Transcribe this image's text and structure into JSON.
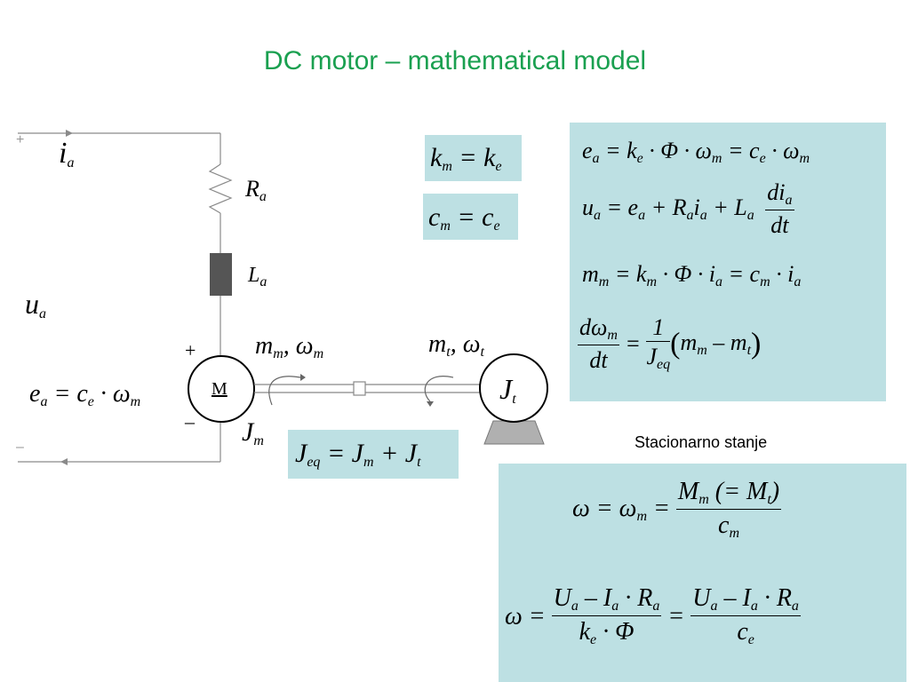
{
  "title": "DC motor – mathematical model",
  "stationary_label": "Stacionarno stanje",
  "circuit": {
    "plus_terminal": "+",
    "minus_terminal": "–",
    "current": "i",
    "current_sub": "a",
    "resistor": "R",
    "resistor_sub": "a",
    "inductor": "L",
    "inductor_sub": "a",
    "voltage": "u",
    "voltage_sub": "a",
    "emf_eq": {
      "lhs": "e",
      "lhs_sub": "a",
      "mid": " = c",
      "mid_sub": "e",
      "rest": " · ω",
      "rest_sub": "m"
    },
    "motor_label": "M",
    "motor_plus": "+",
    "motor_minus": "–",
    "motor_inertia": "J",
    "motor_inertia_sub": "m",
    "motor_torque": "m",
    "motor_torque_sub": "m",
    "motor_speed": ", ω",
    "motor_speed_sub": "m",
    "load_torque": "m",
    "load_torque_sub": "t",
    "load_speed": ", ω",
    "load_speed_sub": "t",
    "load_inertia": "J",
    "load_inertia_sub": "t"
  },
  "small_equations": [
    {
      "l": "k",
      "ls": "m",
      "r": " = k",
      "rs": "e"
    },
    {
      "l": "c",
      "ls": "m",
      "r": " = c",
      "rs": "e"
    }
  ],
  "jeq": {
    "a": "J",
    "as": "eq",
    "b": " = J",
    "bs": "m",
    "c": " + J",
    "cs": "t"
  },
  "model_equations": {
    "eq1": {
      "a": "e",
      "as": "a",
      "b": " = k",
      "bs": "e",
      "c": " · Φ · ω",
      "cs": "m",
      "d": " = c",
      "ds": "e",
      "e": " · ω",
      "es": "m"
    },
    "eq2": {
      "a": "u",
      "as": "a",
      "b": " = e",
      "bs": "a",
      "c": " + R",
      "cs": "a",
      "d": "i",
      "ds": "a",
      "e": " + L",
      "es": "a",
      "num": "di",
      "num_sub": "a",
      "den": "dt"
    },
    "eq3": {
      "a": "m",
      "as": "m",
      "b": " = k",
      "bs": "m",
      "c": " · Φ · i",
      "cs": "a",
      "d": " = c",
      "ds": "m",
      "e": " · i",
      "es": "a"
    },
    "eq4": {
      "num": "dω",
      "num_sub": "m",
      "den": "dt",
      "eq": " = ",
      "num2": "1",
      "den2": "J",
      "den2_sub": "eq",
      "open": "(",
      "a": "m",
      "as": "m",
      "b": " – m",
      "bs": "t",
      "close": ")"
    }
  },
  "stationary_equations": {
    "eq1": {
      "a": "ω = ω",
      "as": "m",
      "eq": " = ",
      "num": "M",
      "num_sub": "m",
      "num_rest": " (= M",
      "num_rest_sub": "t",
      "num_close": ")",
      "den": "c",
      "den_sub": "m"
    },
    "eq2": {
      "a": "ω = ",
      "num1": "U",
      "num1_s1": "a",
      "num1_b": " – I",
      "num1_s2": "a",
      "num1_c": " · R",
      "num1_s3": "a",
      "den1": "k",
      "den1_s": "e",
      "den1_b": " · Φ",
      "eq": " = ",
      "num2": "U",
      "num2_s1": "a",
      "num2_b": " – I",
      "num2_s2": "a",
      "num2_c": " · R",
      "num2_s3": "a",
      "den2": "c",
      "den2_s": "e"
    }
  },
  "colors": {
    "title": "#1aa050",
    "box": "#bde0e3",
    "wire": "#8a8a8a",
    "inductor": "#555555"
  }
}
